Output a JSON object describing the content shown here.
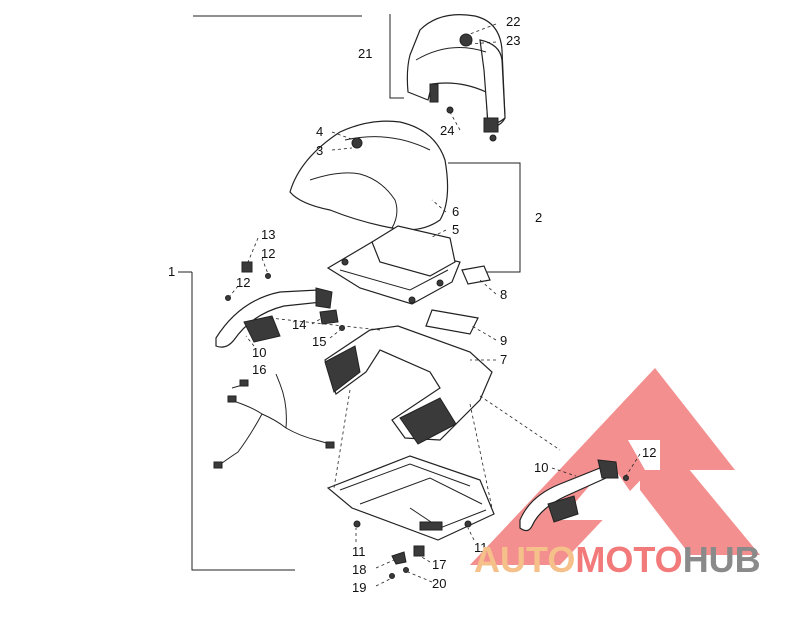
{
  "callouts": [
    {
      "id": "c1",
      "text": "1"
    },
    {
      "id": "c2",
      "text": "2"
    },
    {
      "id": "c3",
      "text": "3"
    },
    {
      "id": "c4",
      "text": "4"
    },
    {
      "id": "c5",
      "text": "5"
    },
    {
      "id": "c6",
      "text": "6"
    },
    {
      "id": "c7",
      "text": "7"
    },
    {
      "id": "c8",
      "text": "8"
    },
    {
      "id": "c9",
      "text": "9"
    },
    {
      "id": "c10a",
      "text": "10"
    },
    {
      "id": "c10b",
      "text": "10"
    },
    {
      "id": "c11a",
      "text": "11"
    },
    {
      "id": "c11b",
      "text": "11"
    },
    {
      "id": "c12a",
      "text": "12"
    },
    {
      "id": "c12b",
      "text": "12"
    },
    {
      "id": "c12c",
      "text": "12"
    },
    {
      "id": "c13",
      "text": "13"
    },
    {
      "id": "c14",
      "text": "14"
    },
    {
      "id": "c15",
      "text": "15"
    },
    {
      "id": "c16",
      "text": "16"
    },
    {
      "id": "c17",
      "text": "17"
    },
    {
      "id": "c18",
      "text": "18"
    },
    {
      "id": "c19",
      "text": "19"
    },
    {
      "id": "c20",
      "text": "20"
    },
    {
      "id": "c21",
      "text": "21"
    },
    {
      "id": "c22",
      "text": "22"
    },
    {
      "id": "c23",
      "text": "23"
    },
    {
      "id": "c24",
      "text": "24"
    }
  ],
  "watermark": {
    "part1": "AUTO",
    "part2": "MOTO",
    "part3": "HUB",
    "colors": {
      "auto": "#f5c08a",
      "moto": "#f27a7a",
      "hub": "#8a8a8a",
      "triangle": "#f06a6a"
    }
  }
}
